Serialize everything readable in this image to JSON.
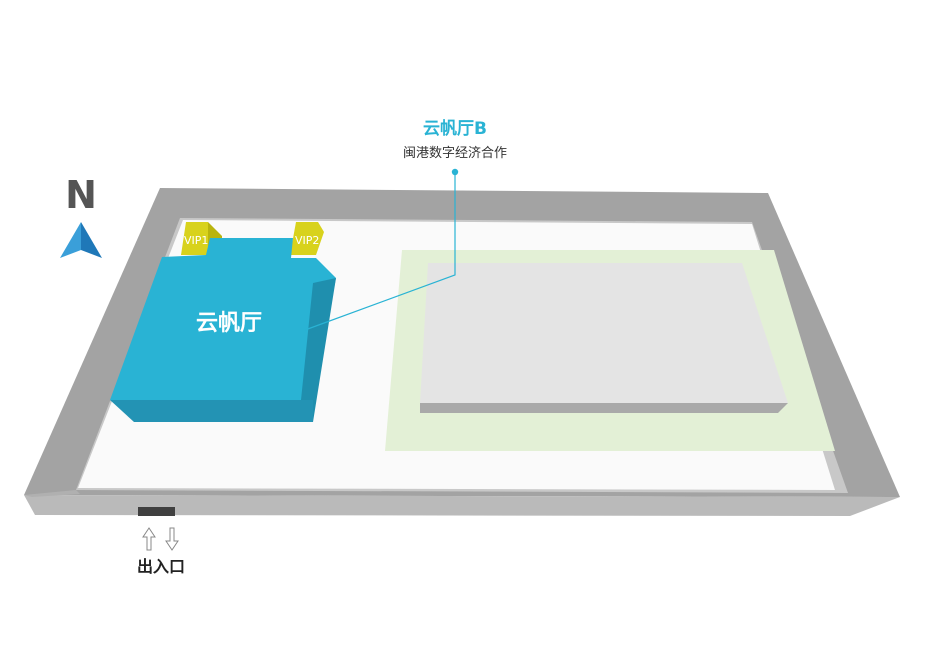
{
  "compass": {
    "label": "N",
    "icon": "north-arrow-icon"
  },
  "callout": {
    "title": "云帆厅B",
    "subtitle": "闽港数字经济合作"
  },
  "hall": {
    "label": "云帆厅"
  },
  "vip_rooms": [
    {
      "label": "VIP1"
    },
    {
      "label": "VIP2"
    }
  ],
  "entrance": {
    "label": "出入口",
    "icon": "in-out-arrows-icon"
  },
  "colors": {
    "hall": "#29b3d4",
    "hall_side": "#1f93b0",
    "hall_front": "#2396b8",
    "vip": "#d8d21c",
    "wall_top": "#a0a0a0",
    "wall_inner": "#c4c4c4",
    "floor": "#fafafa",
    "zone": "#e3f0d6",
    "platform": "#e4e4e4",
    "accent": "#29b3d4"
  }
}
